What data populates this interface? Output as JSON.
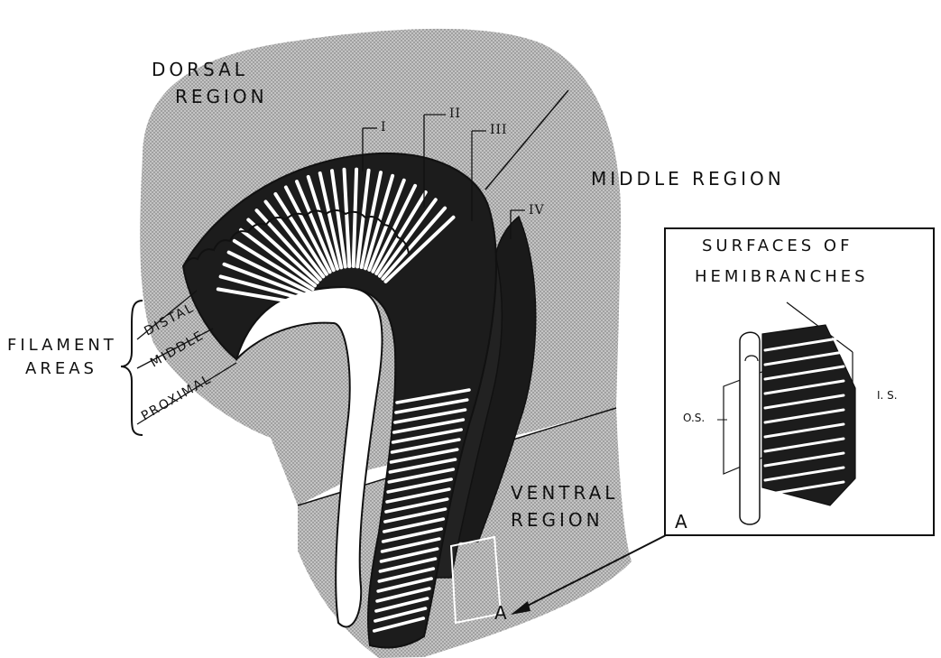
{
  "regions": {
    "dorsal_line1": "DORSAL",
    "dorsal_line2": "REGION",
    "middle": "MIDDLE REGION",
    "ventral_line1": "VENTRAL",
    "ventral_line2": "REGION"
  },
  "hemibranch_numbers": [
    "I",
    "II",
    "III",
    "IV"
  ],
  "filament_areas": {
    "title_line1": "FILAMENT",
    "title_line2": "AREAS",
    "distal": "DISTAL",
    "middle": "MIDDLE",
    "proximal": "PROXIMAL"
  },
  "pointer_label": "A",
  "inset": {
    "title_line1": "SURFACES OF",
    "title_line2": "HEMIBRANCHES",
    "outer_surface": "O.S.",
    "inner_surface": "I. S.",
    "corner_label": "A"
  },
  "colors": {
    "stipple_fill": "#b8b8b8",
    "ink": "#111111"
  }
}
